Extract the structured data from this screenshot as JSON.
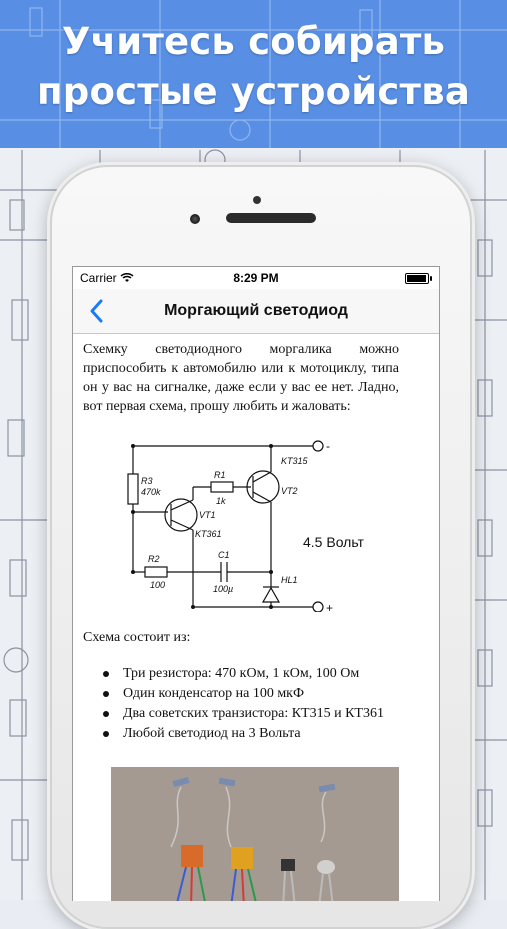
{
  "banner": {
    "line1": "Учитесь собирать",
    "line2": "простые устройства",
    "color": "#3e7ee2"
  },
  "status_bar": {
    "carrier": "Carrier",
    "wifi_icon": "wifi-icon",
    "time": "8:29 PM",
    "battery_icon": "battery-icon"
  },
  "nav": {
    "back_icon": "chevron-left-icon",
    "title": "Моргающий светодиод"
  },
  "article": {
    "intro": "Схемку светодиодного моргалика можно приспособить к автомобилю или к мотоциклу, типа он у вас на сигналке, даже если у вас ее нет. Ладно, вот первая схема, прошу любить и жаловать:",
    "schematic": {
      "minus": "-",
      "plus": "+",
      "r3": "R3",
      "r3_val": "470k",
      "r1": "R1",
      "r1_val": "1k",
      "r2": "R2",
      "r2_val": "100",
      "c1": "C1",
      "c1_val": "100µ",
      "vt1": "VT1",
      "vt1_type": "KT361",
      "vt2": "VT2",
      "vt2_type": "KT315",
      "hl1": "HL1",
      "voltage": "4.5 Вольт"
    },
    "consists_label": "Схема состоит из:",
    "parts": [
      "Три резистора: 470 кОм, 1 кОм, 100 Ом",
      "Один конденсатор на 100 мкФ",
      "Два советских транзистора: КТ315 и КТ361",
      "Любой светодиод на 3 Вольта"
    ]
  }
}
